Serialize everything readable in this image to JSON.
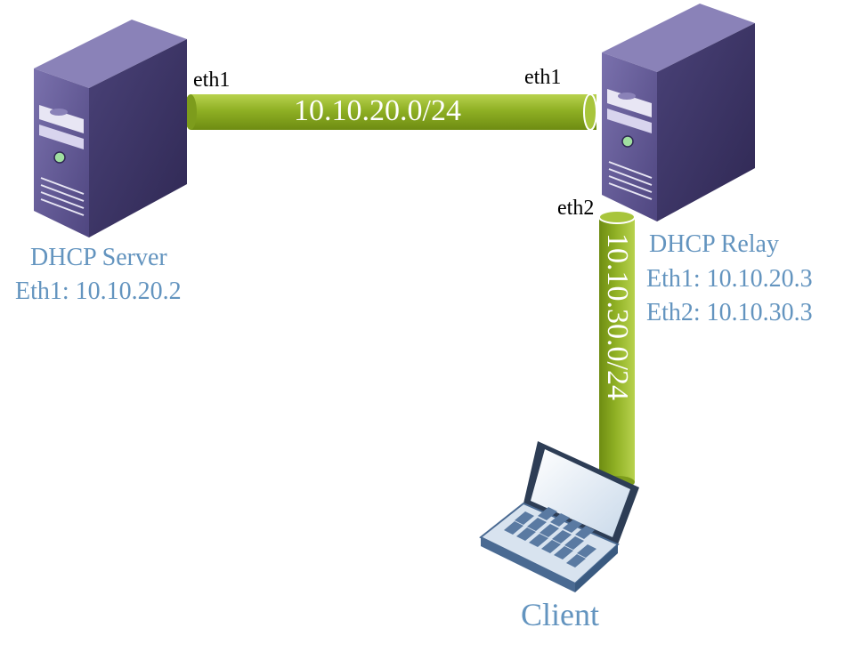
{
  "colors": {
    "cable": "#8fb024",
    "cable_light": "#b8d24e",
    "cable_dark": "#6e8c12",
    "server_front": "#5d5491",
    "server_side": "#3e3668",
    "server_top": "#8a82b8",
    "label": "#6394bf"
  },
  "icons": {
    "server_left": "server-tower-icon",
    "server_right": "server-tower-icon",
    "client": "laptop-icon"
  },
  "server": {
    "port": "eth1",
    "name": "DHCP Server",
    "eth1": "Eth1: 10.10.20.2"
  },
  "relay": {
    "port1": "eth1",
    "port2": "eth2",
    "name": "DHCP Relay",
    "eth1": "Eth1: 10.10.20.3",
    "eth2": "Eth2: 10.10.30.3"
  },
  "links": {
    "server_relay": "10.10.20.0/24",
    "relay_client": "10.10.30.0/24"
  },
  "client": {
    "name": "Client"
  }
}
